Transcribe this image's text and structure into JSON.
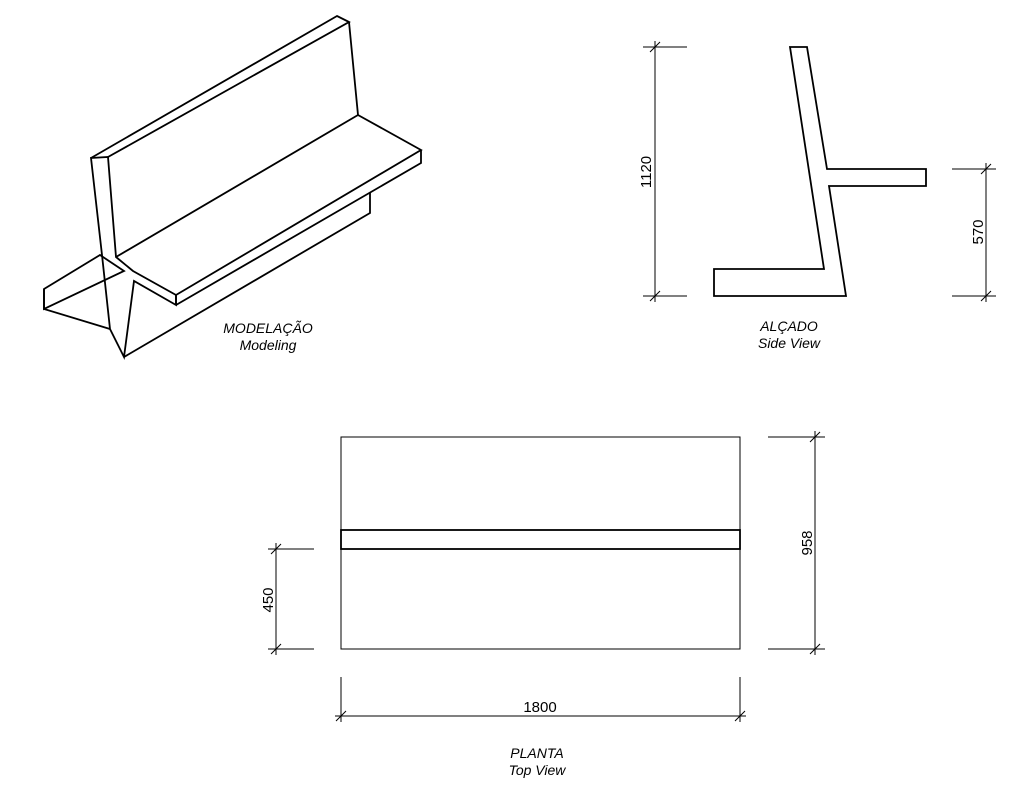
{
  "views": {
    "modeling": {
      "title": "MODELAÇÃO",
      "subtitle": "Modeling"
    },
    "side": {
      "title": "ALÇADO",
      "subtitle": "Side View"
    },
    "top": {
      "title": "PLANTA",
      "subtitle": "Top View"
    }
  },
  "dimensions": {
    "side_height": "1120",
    "side_seat_height": "570",
    "top_width": "1800",
    "top_depth": "958",
    "top_backrest_offset": "450"
  },
  "colors": {
    "line": "#000000",
    "background": "#ffffff"
  }
}
